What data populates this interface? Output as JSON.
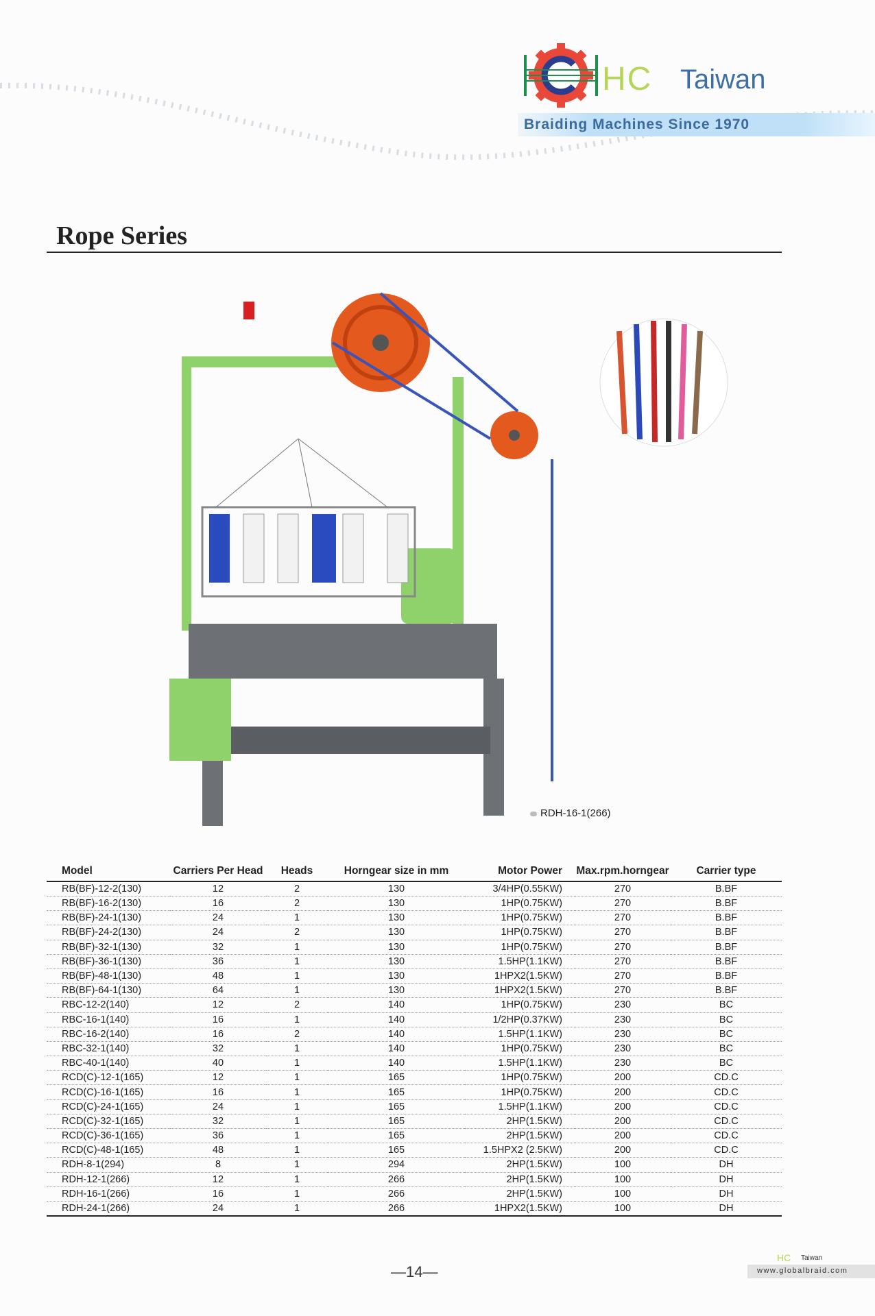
{
  "brand": {
    "logo_letters": "HC",
    "logo_country": "Taiwan",
    "tagline": "Braiding Machines Since 1970"
  },
  "page": {
    "title": "Rope Series",
    "image_caption": "RDH-16-1(266)",
    "page_number": "—14—"
  },
  "table": {
    "headers": [
      "Model",
      "Carriers Per Head",
      "Heads",
      "Horngear size in mm",
      "Motor Power",
      "Max.rpm.horngear",
      "Carrier type"
    ],
    "rows": [
      [
        "RB(BF)-12-2(130)",
        "12",
        "2",
        "130",
        "3/4HP(0.55KW)",
        "270",
        "B.BF"
      ],
      [
        "RB(BF)-16-2(130)",
        "16",
        "2",
        "130",
        "1HP(0.75KW)",
        "270",
        "B.BF"
      ],
      [
        "RB(BF)-24-1(130)",
        "24",
        "1",
        "130",
        "1HP(0.75KW)",
        "270",
        "B.BF"
      ],
      [
        "RB(BF)-24-2(130)",
        "24",
        "2",
        "130",
        "1HP(0.75KW)",
        "270",
        "B.BF"
      ],
      [
        "RB(BF)-32-1(130)",
        "32",
        "1",
        "130",
        "1HP(0.75KW)",
        "270",
        "B.BF"
      ],
      [
        "RB(BF)-36-1(130)",
        "36",
        "1",
        "130",
        "1.5HP(1.1KW)",
        "270",
        "B.BF"
      ],
      [
        "RB(BF)-48-1(130)",
        "48",
        "1",
        "130",
        "1HPX2(1.5KW)",
        "270",
        "B.BF"
      ],
      [
        "RB(BF)-64-1(130)",
        "64",
        "1",
        "130",
        "1HPX2(1.5KW)",
        "270",
        "B.BF"
      ],
      [
        "RBC-12-2(140)",
        "12",
        "2",
        "140",
        "1HP(0.75KW)",
        "230",
        "BC"
      ],
      [
        "RBC-16-1(140)",
        "16",
        "1",
        "140",
        "1/2HP(0.37KW)",
        "230",
        "BC"
      ],
      [
        "RBC-16-2(140)",
        "16",
        "2",
        "140",
        "1.5HP(1.1KW)",
        "230",
        "BC"
      ],
      [
        "RBC-32-1(140)",
        "32",
        "1",
        "140",
        "1HP(0.75KW)",
        "230",
        "BC"
      ],
      [
        "RBC-40-1(140)",
        "40",
        "1",
        "140",
        "1.5HP(1.1KW)",
        "230",
        "BC"
      ],
      [
        "RCD(C)-12-1(165)",
        "12",
        "1",
        "165",
        "1HP(0.75KW)",
        "200",
        "CD.C"
      ],
      [
        "RCD(C)-16-1(165)",
        "16",
        "1",
        "165",
        "1HP(0.75KW)",
        "200",
        "CD.C"
      ],
      [
        "RCD(C)-24-1(165)",
        "24",
        "1",
        "165",
        "1.5HP(1.1KW)",
        "200",
        "CD.C"
      ],
      [
        "RCD(C)-32-1(165)",
        "32",
        "1",
        "165",
        "2HP(1.5KW)",
        "200",
        "CD.C"
      ],
      [
        "RCD(C)-36-1(165)",
        "36",
        "1",
        "165",
        "2HP(1.5KW)",
        "200",
        "CD.C"
      ],
      [
        "RCD(C)-48-1(165)",
        "48",
        "1",
        "165",
        "1.5HPX2 (2.5KW)",
        "200",
        "CD.C"
      ],
      [
        "RDH-8-1(294)",
        "8",
        "1",
        "294",
        "2HP(1.5KW)",
        "100",
        "DH"
      ],
      [
        "RDH-12-1(266)",
        "12",
        "1",
        "266",
        "2HP(1.5KW)",
        "100",
        "DH"
      ],
      [
        "RDH-16-1(266)",
        "16",
        "1",
        "266",
        "2HP(1.5KW)",
        "100",
        "DH"
      ],
      [
        "RDH-24-1(266)",
        "24",
        "1",
        "266",
        "1HPX2(1.5KW)",
        "100",
        "DH"
      ]
    ]
  },
  "footer": {
    "logo_letters": "HC",
    "logo_country": "Taiwan",
    "url": "www.globalbraid.com"
  },
  "colors": {
    "logo_green": "#b6d65a",
    "logo_blue": "#3d6ea6",
    "gear_red": "#e8473a",
    "machine_green": "#8fd16a",
    "machine_gray": "#6d7074"
  }
}
